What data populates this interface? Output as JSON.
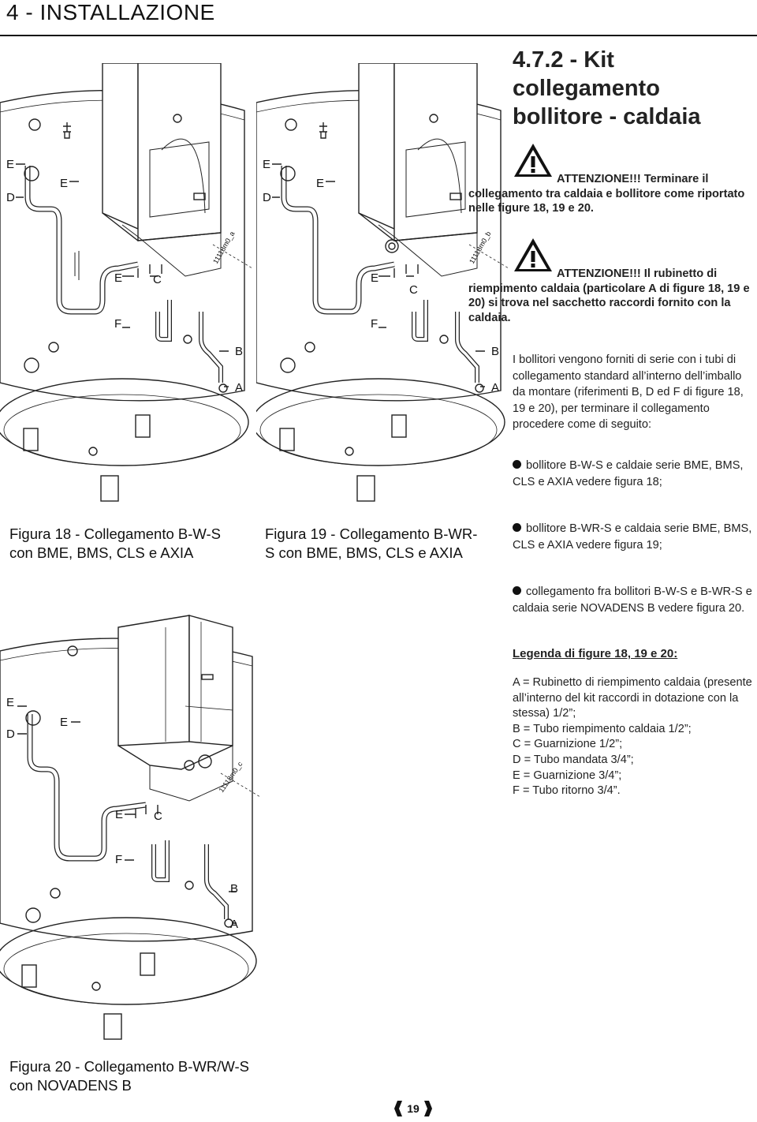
{
  "header": {
    "title": "4 - INSTALLAZIONE"
  },
  "section": {
    "heading": "4.7.2 - Kit collegamento bollitore - caldaia"
  },
  "warnings": [
    {
      "text": "ATTENZIONE!!! Terminare il collegamento tra caldaia e bollitore come riportato nelle figure 18, 19 e 20."
    },
    {
      "text": "ATTENZIONE!!! Il rubinetto di riempimento caldaia (particolare A di figure 18, 19 e 20) si trova nel sacchetto raccordi fornito con la caldaia."
    }
  ],
  "intro": "I bollitori vengono forniti di serie con i tubi di collegamento standard all’interno dell’imballo da montare (riferimenti B, D ed F di figure 18, 19 e 20), per terminare il collegamento procedere come di seguito:",
  "bullets": [
    "bollitore B-W-S e caldaie serie BME, BMS, CLS e AXIA vedere figura 18;",
    "bollitore B-WR-S e caldaia serie BME, BMS, CLS e AXIA vedere figura 19;",
    "collegamento fra bollitori B-W-S e B-WR-S e caldaia serie NOVADENS B vedere figura 20."
  ],
  "legend": {
    "heading": "Legenda di figure 18, 19 e 20:",
    "items": [
      "A = Rubinetto di riempimento caldaia (presente all’interno del kit raccordi in dotazione con la stessa) 1/2”;",
      "B = Tubo riempimento caldaia 1/2”;",
      "C = Guarnizione 1/2”;",
      "D = Tubo mandata 3/4”;",
      "E = Guarnizione 3/4”;",
      "F = Tubo ritorno 3/4”."
    ]
  },
  "figures": {
    "fig18": {
      "caption": "Figura 18 - Collegamento B-W-S con BME, BMS, CLS e AXIA",
      "code": "11118m0_a"
    },
    "fig19": {
      "caption": "Figura 19 - Collegamento B-WR-S con BME, BMS, CLS e AXIA",
      "code": "11118m0_b"
    },
    "fig20": {
      "caption": "Figura 20 - Collegamento B-WR/W-S con NOVADENS B",
      "code": "11118m0_c"
    },
    "labels": {
      "A": "A",
      "B": "B",
      "C": "C",
      "D": "D",
      "E": "E",
      "F": "F"
    }
  },
  "footer": {
    "page_number": "19"
  }
}
